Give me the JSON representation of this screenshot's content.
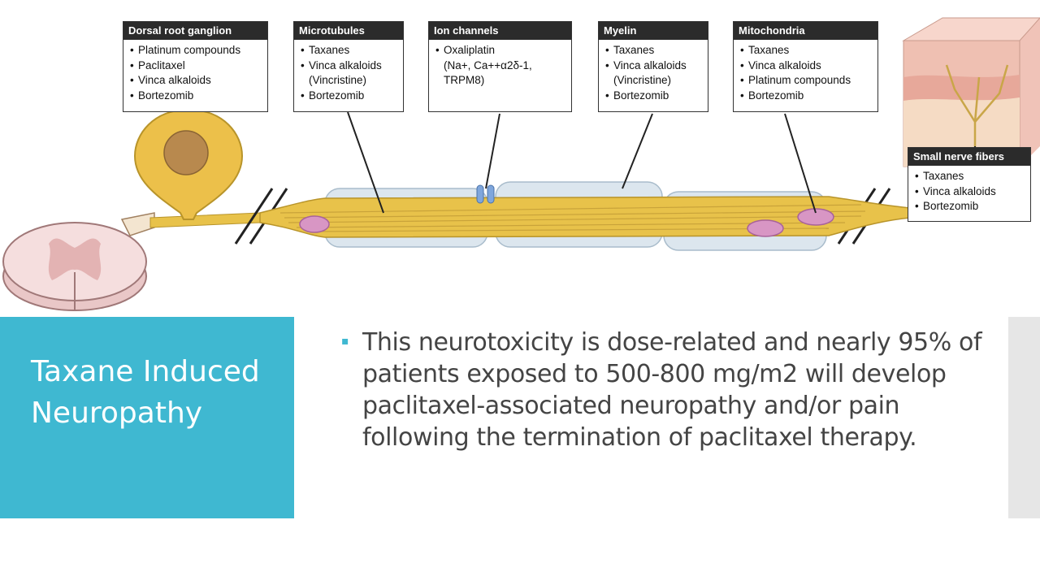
{
  "slide": {
    "title": "Taxane Induced Neuropathy",
    "body_text": "This neurotoxicity is dose-related and nearly 95% of patients exposed to 500-800 mg/m2 will develop paclitaxel-associated neuropathy and/or pain following the termination of paclitaxel therapy.",
    "bullet_symbol": "▪"
  },
  "diagram": {
    "callouts": {
      "drg": {
        "title": "Dorsal root ganglion",
        "items": [
          "Platinum compounds",
          "Paclitaxel",
          "Vinca alkaloids",
          "Bortezomib"
        ]
      },
      "microtubules": {
        "title": "Microtubules",
        "items": [
          "Taxanes",
          "Vinca alkaloids",
          "(Vincristine)",
          "Bortezomib"
        ]
      },
      "ion": {
        "title": "Ion channels",
        "items": [
          "Oxaliplatin",
          "(Na+, Ca++α2δ-1,",
          "TRPM8)"
        ]
      },
      "myelin": {
        "title": "Myelin",
        "items": [
          "Taxanes",
          "Vinca alkaloids",
          "(Vincristine)",
          "Bortezomib"
        ]
      },
      "mito": {
        "title": "Mitochondria",
        "items": [
          "Taxanes",
          "Vinca alkaloids",
          "Platinum compounds",
          "Bortezomib"
        ]
      },
      "small": {
        "title": "Small nerve fibers",
        "items": [
          "Taxanes",
          "Vinca alkaloids",
          "Bortezomib"
        ]
      }
    },
    "colors": {
      "axon": "#e8c24a",
      "myelin": "#dce6ee",
      "spinal_cord": "#f5dede",
      "mitochondria": "#d896c4",
      "ion_channel": "#7fa6dc",
      "ganglion_cell": "#ecc04a",
      "nucleus": "#b8894e"
    }
  }
}
